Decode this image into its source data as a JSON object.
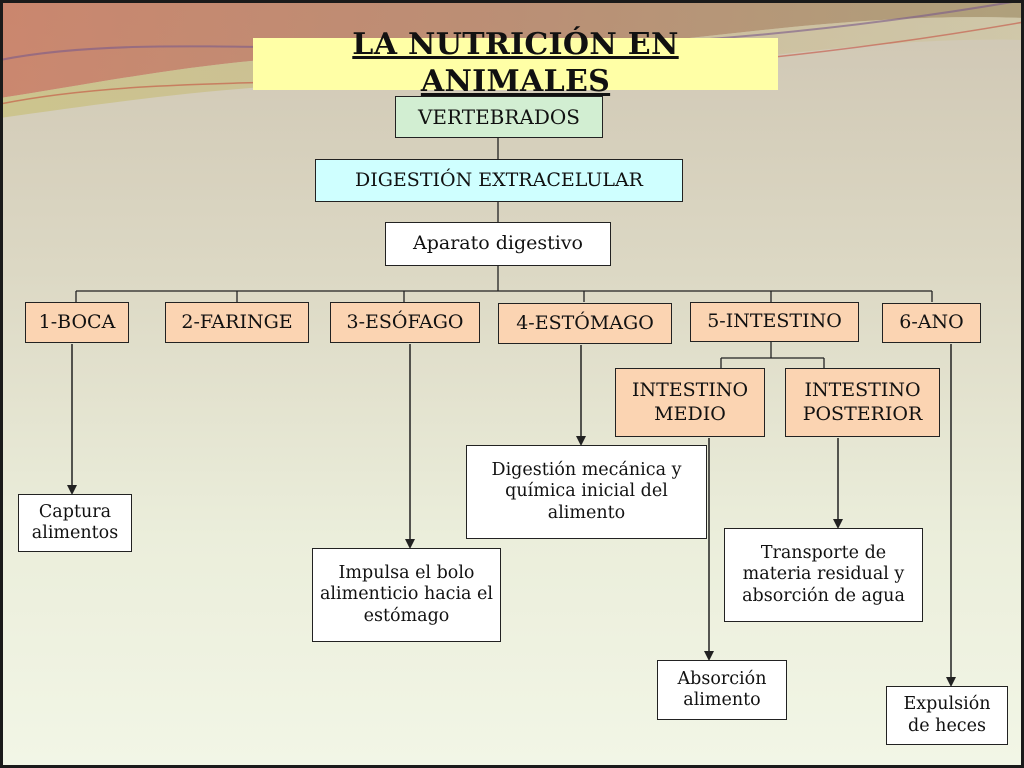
{
  "title": "LA NUTRICIÓN EN ANIMALES",
  "nodes": {
    "vertebrados": "VERTEBRADOS",
    "digestion": "DIGESTIÓN EXTRACELULAR",
    "aparato": "Aparato digestivo",
    "boca": "1-BOCA",
    "faringe": "2-FARINGE",
    "esofago": "3-ESÓFAGO",
    "estomago": "4-ESTÓMAGO",
    "intestino": "5-INTESTINO",
    "ano": "6-ANO",
    "intestino_medio": "INTESTINO MEDIO",
    "intestino_posterior": "INTESTINO POSTERIOR"
  },
  "descriptions": {
    "boca": "Captura alimentos",
    "esofago": "Impulsa el bolo alimenticio hacia el estómago",
    "estomago": "Digestión mecánica y química inicial del alimento",
    "intestino_medio": "Absorción alimento",
    "intestino_posterior": "Transporte de materia residual y absorción de agua",
    "ano": "Expulsión de heces"
  },
  "colors": {
    "title_bg": "#ffffa6",
    "organ_bg": "#fbd4b2",
    "category_bg": "#d2eed2",
    "process_bg": "#cfffff",
    "line": "#222222"
  }
}
